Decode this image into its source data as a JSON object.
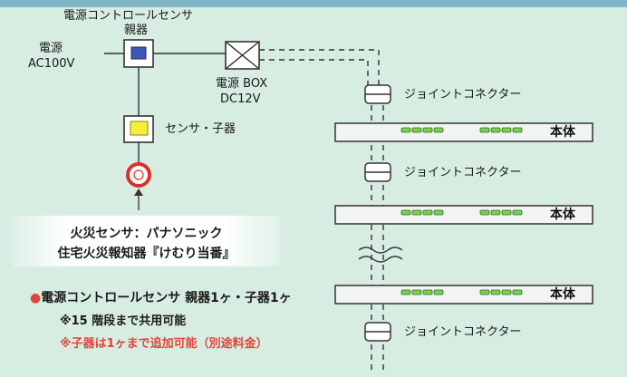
{
  "labels": {
    "controller_title": "電源コントロールセンサ",
    "controller_sub": "親器",
    "power": "電源",
    "power_voltage": "AC100V",
    "power_box": "電源 BOX",
    "power_box_voltage": "DC12V",
    "sensor_child": "センサ・子器",
    "joint_connector": "ジョイントコネクター",
    "body": "本体"
  },
  "fire_sensor_box": {
    "line1": "火災センサ：パナソニック",
    "line2": "住宅火災報知器『けむり当番』"
  },
  "notes": {
    "bullet": "●",
    "main": "電源コントロールセンサ 親器1ヶ・子器1ヶ",
    "note1": "※15 階段まで共用可能",
    "note2": "※子器は1ヶまで追加可能（別途料金）"
  },
  "colors": {
    "background": "#d7ede2",
    "controller_fill": "#3f58b5",
    "sensor_fill": "#f6ee3a",
    "alarm_ring": "#d6342b",
    "led_green": "#7ccf4c",
    "note_red": "#e0463c"
  }
}
